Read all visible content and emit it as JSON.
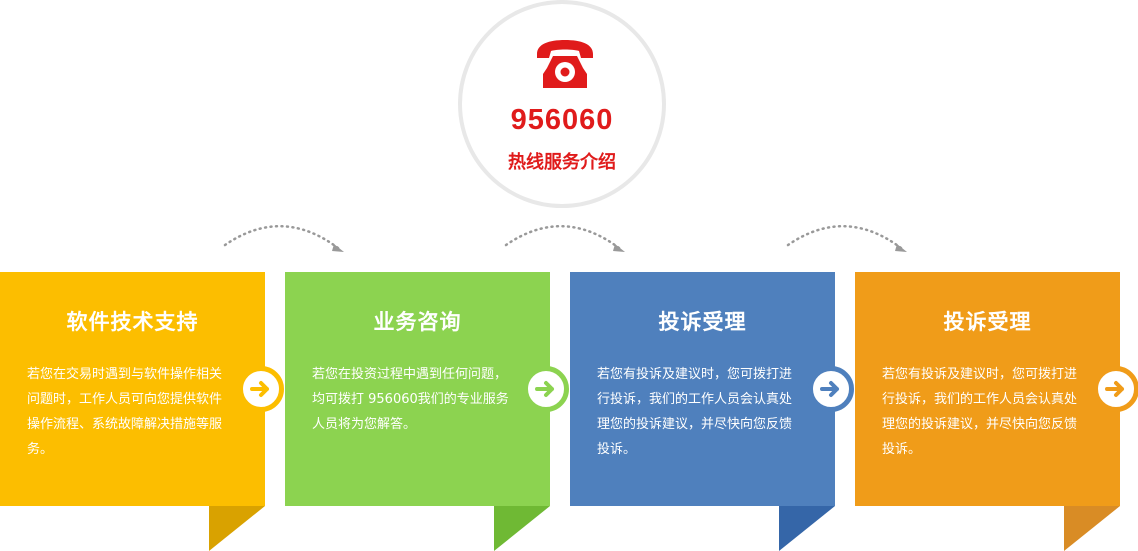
{
  "hotline": {
    "icon": "telephone-icon",
    "number": "956060",
    "subtitle": "热线服务介绍",
    "color": "#e01b1b"
  },
  "cards": [
    {
      "title": "软件技术支持",
      "desc": "若您在交易时遇到与软件操作相关问题时，工作人员可向您提供软件操作流程、系统故障解决措施等服务。",
      "color": "#fcbe00",
      "fold_color": "#d9a200",
      "icon": "arrow-right-icon"
    },
    {
      "title": "业务咨询",
      "desc": "若您在投资过程中遇到任何问题，均可拨打 956060我们的专业服务人员将为您解答。",
      "color": "#8cd350",
      "fold_color": "#6fb934",
      "icon": "arrow-right-icon"
    },
    {
      "title": "投诉受理",
      "desc": "若您有投诉及建议时，您可拨打进行投诉，我们的工作人员会认真处理您的投诉建议，并尽快向您反馈投诉。",
      "color": "#4f80bd",
      "fold_color": "#3566a8",
      "icon": "arrow-right-icon"
    },
    {
      "title": "投诉受理",
      "desc": "若您有投诉及建议时，您可拨打进行投诉，我们的工作人员会认真处理您的投诉建议，并尽快向您反馈投诉。",
      "color": "#f09c19",
      "fold_color": "#d98c25",
      "icon": "arrow-right-icon"
    }
  ],
  "connector": {
    "icon": "dotted-arc-arrow-icon",
    "color": "#999999"
  }
}
